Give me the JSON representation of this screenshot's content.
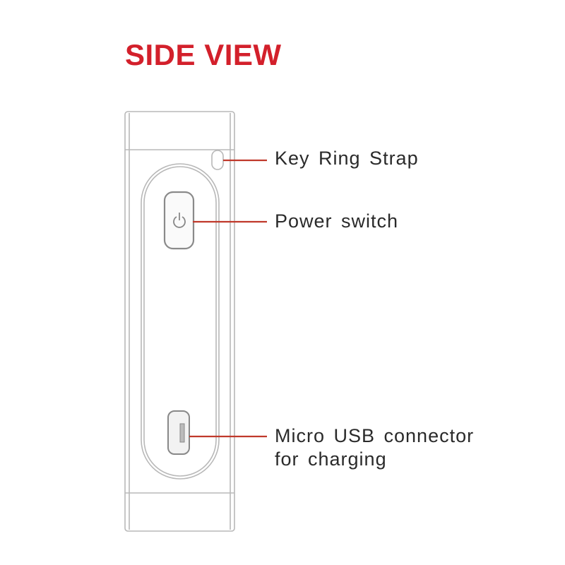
{
  "title": "SIDE VIEW",
  "labels": {
    "key_ring": "Key Ring Strap",
    "power": "Power switch",
    "usb_line1": "Micro USB connector",
    "usb_line2": "for charging"
  },
  "icons": {
    "power": "power-icon"
  },
  "colors": {
    "title": "#d3202b",
    "leader": "#c0392b",
    "outline": "#b5b5b5"
  }
}
